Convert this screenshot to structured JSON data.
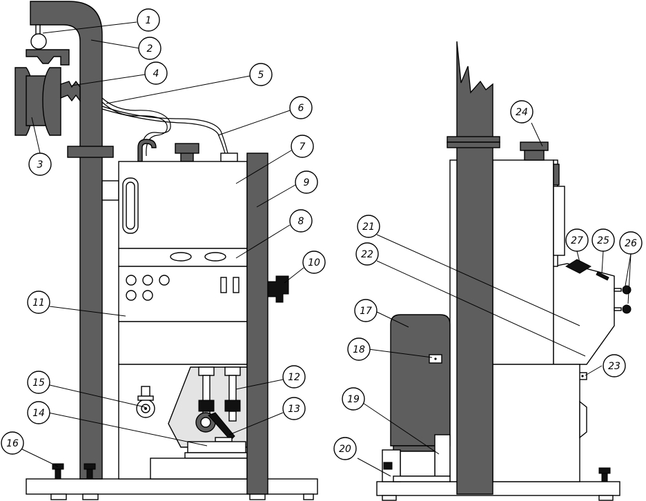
{
  "callouts": [
    {
      "num": "1"
    },
    {
      "num": "2"
    },
    {
      "num": "3"
    },
    {
      "num": "4"
    },
    {
      "num": "5"
    },
    {
      "num": "6"
    },
    {
      "num": "7"
    },
    {
      "num": "8"
    },
    {
      "num": "9"
    },
    {
      "num": "10"
    },
    {
      "num": "11"
    },
    {
      "num": "12"
    },
    {
      "num": "13"
    },
    {
      "num": "14"
    },
    {
      "num": "15"
    },
    {
      "num": "16"
    },
    {
      "num": "17"
    },
    {
      "num": "18"
    },
    {
      "num": "19"
    },
    {
      "num": "20"
    },
    {
      "num": "21"
    },
    {
      "num": "22"
    },
    {
      "num": "23"
    },
    {
      "num": "24"
    },
    {
      "num": "25"
    },
    {
      "num": "26"
    },
    {
      "num": "27"
    }
  ],
  "colors": {
    "dark_part": "#5e5e5e",
    "light_part": "#e4e4e4",
    "outline": "#000000"
  }
}
